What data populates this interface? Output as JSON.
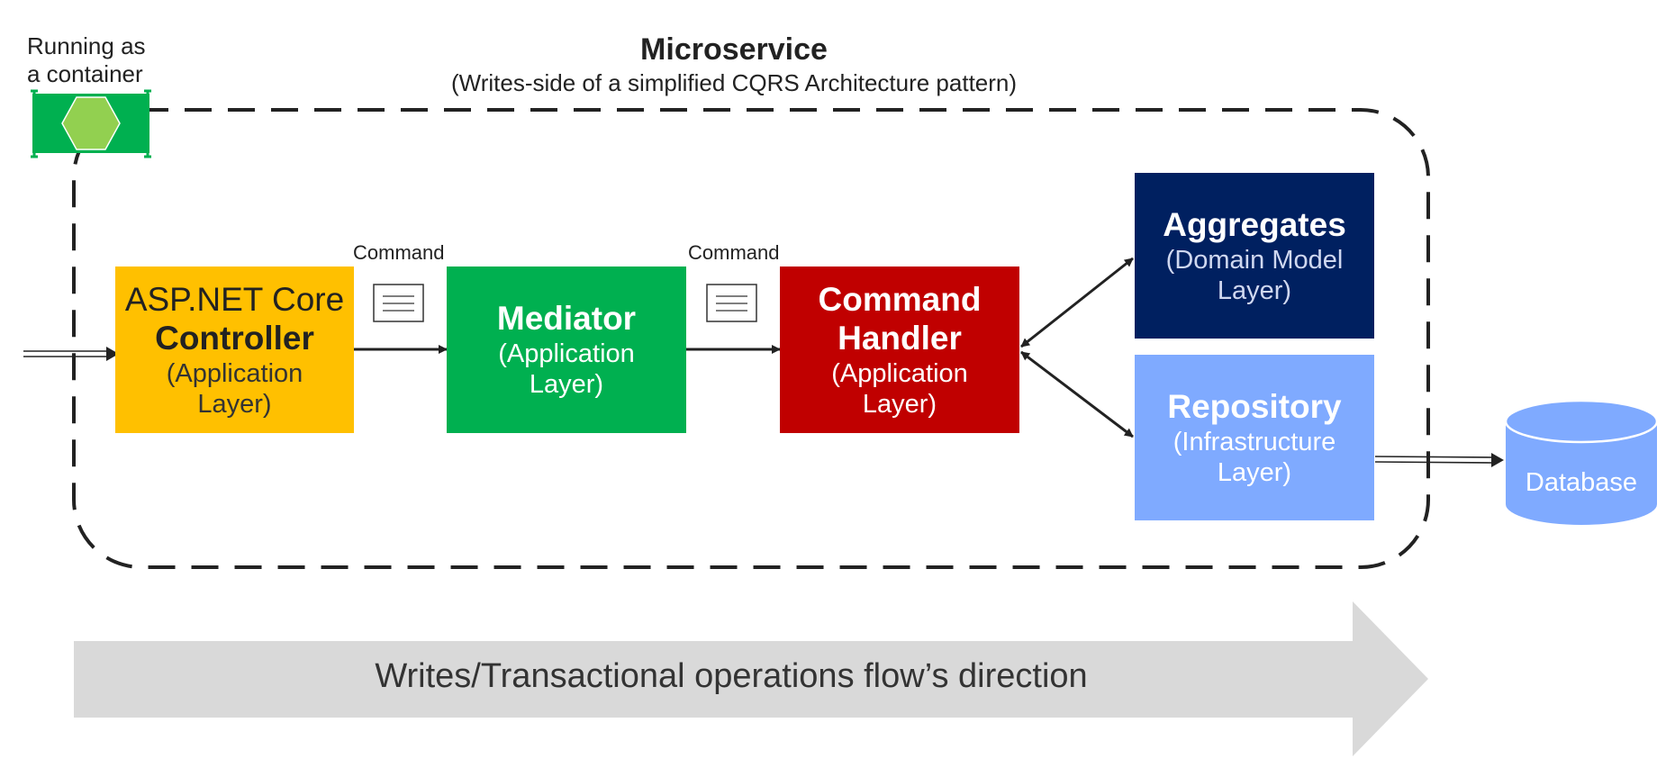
{
  "container_badge": {
    "label_line1": "Running as",
    "label_line2": "a container"
  },
  "header": {
    "title": "Microservice",
    "subtitle": "(Writes-side of a simplified CQRS Architecture pattern)"
  },
  "blocks": {
    "controller": {
      "line1": "ASP.NET Core",
      "line2": "Controller",
      "line3": "(Application",
      "line4": "Layer)",
      "color": "#FFC000"
    },
    "mediator": {
      "line1": "Mediator",
      "line2": "(Application",
      "line3": "Layer)",
      "color": "#00B050"
    },
    "handler": {
      "line1": "Command",
      "line2": "Handler",
      "line3": "(Application",
      "line4": "Layer)",
      "color": "#C00000"
    },
    "aggregates": {
      "line1": "Aggregates",
      "line2": "(Domain Model",
      "line3": "Layer)",
      "color": "#002060"
    },
    "repository": {
      "line1": "Repository",
      "line2": "(Infrastructure",
      "line3": "Layer)",
      "color": "#7FAAFF"
    },
    "database": {
      "label": "Database",
      "color": "#7FAAFF"
    }
  },
  "commands": {
    "first": "Command",
    "second": "Command"
  },
  "flow_arrow": {
    "label": "Writes/Transactional operations flow’s direction",
    "color": "#D9D9D9"
  }
}
